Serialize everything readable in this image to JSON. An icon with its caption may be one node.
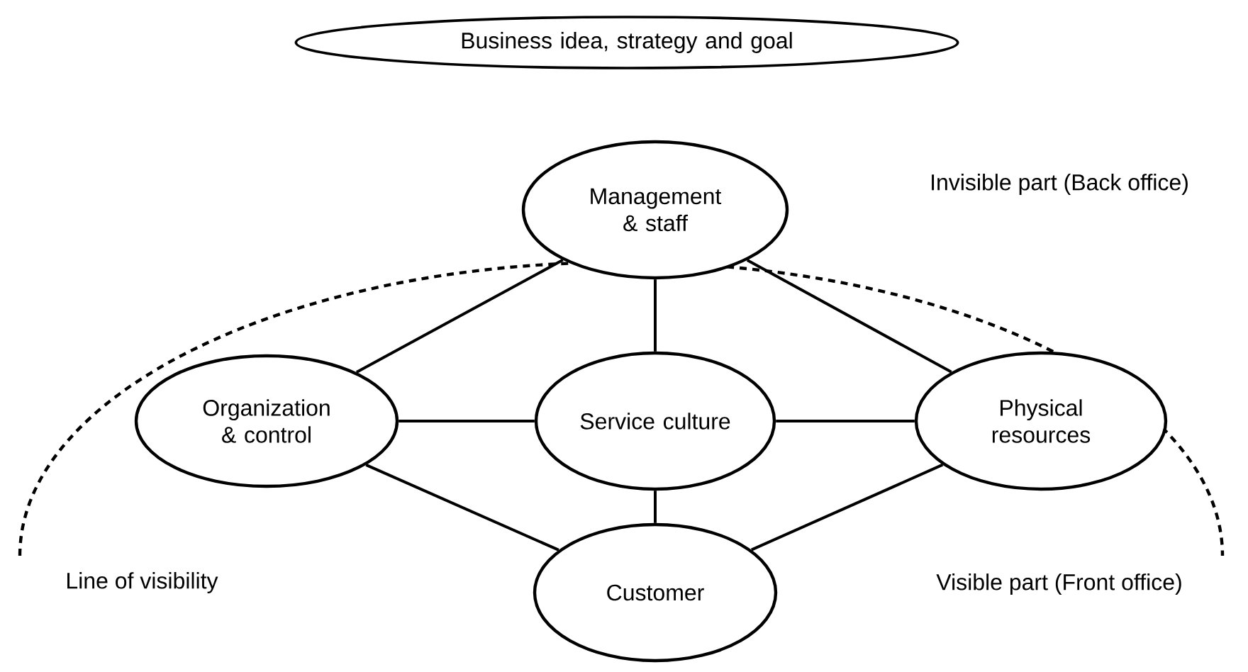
{
  "diagram": {
    "nodes": [
      {
        "text": [
          "Business idea, strategy and goal"
        ]
      },
      {
        "text": [
          "Management & staff"
        ]
      },
      {
        "text": [
          "Organization & control"
        ]
      },
      {
        "text": [
          "Service culture"
        ]
      },
      {
        "text": [
          "Physical resources"
        ]
      },
      {
        "text": [
          "Customer"
        ]
      }
    ],
    "edges": [
      {
        "from": 1,
        "to": 2,
        "arrow": "none"
      },
      {
        "from": 1,
        "to": 3,
        "arrow": "none"
      },
      {
        "from": 1,
        "to": 4,
        "arrow": "none"
      },
      {
        "from": 2,
        "to": 3,
        "arrow": "none"
      },
      {
        "from": 3,
        "to": 4,
        "arrow": "none"
      },
      {
        "from": 2,
        "to": 5,
        "arrow": "none"
      },
      {
        "from": 3,
        "to": 5,
        "arrow": "none"
      },
      {
        "from": 4,
        "to": 5,
        "arrow": "none"
      }
    ],
    "labels": [
      "Invisible part (Back office)",
      "Line of visibility",
      "Visible part (Front office)"
    ]
  }
}
